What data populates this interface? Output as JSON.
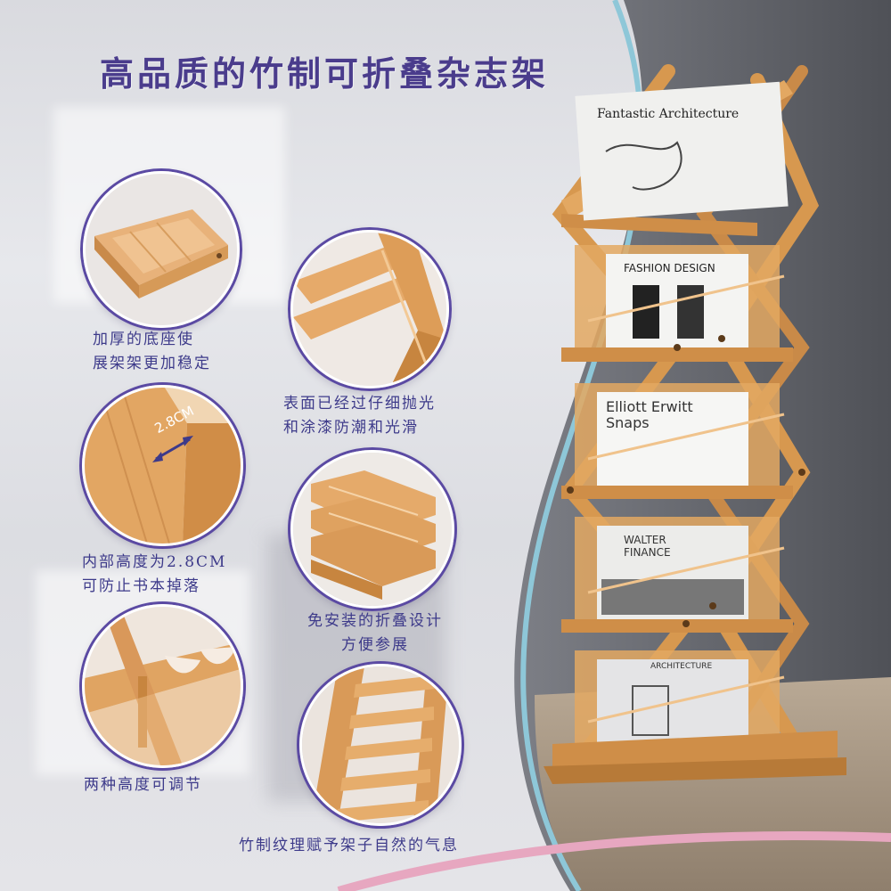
{
  "title": "高品质的竹制可折叠杂志架",
  "features": [
    {
      "lines": [
        "加厚的底座使",
        "展架架更加稳定"
      ]
    },
    {
      "lines": [
        "表面已经过仔细抛光",
        "和涂漆防潮和光滑"
      ]
    },
    {
      "lines": [
        "内部高度为2.8CM",
        "可防止书本掉落"
      ]
    },
    {
      "lines": [
        "免安装的折叠设计",
        "方便参展"
      ]
    },
    {
      "lines": [
        "两种高度可调节"
      ]
    },
    {
      "lines": [
        "竹制纹理赋予架子自然的气息"
      ]
    }
  ],
  "measure_label": "2.8CM",
  "magazines": [
    {
      "title": "Fantastic Architecture"
    },
    {
      "title": "FASHION DESIGN"
    },
    {
      "title": "Elliott Erwitt",
      "subtitle": "Snaps"
    },
    {
      "title": "WALTER",
      "subtitle": "FINANCE"
    },
    {
      "title": "ARCHITECTURE"
    }
  ],
  "colors": {
    "bamboo": "#e3a862",
    "bamboo_dark": "#c9843f",
    "accent": "#4a3c8c",
    "ring": "#5b4aa3"
  }
}
